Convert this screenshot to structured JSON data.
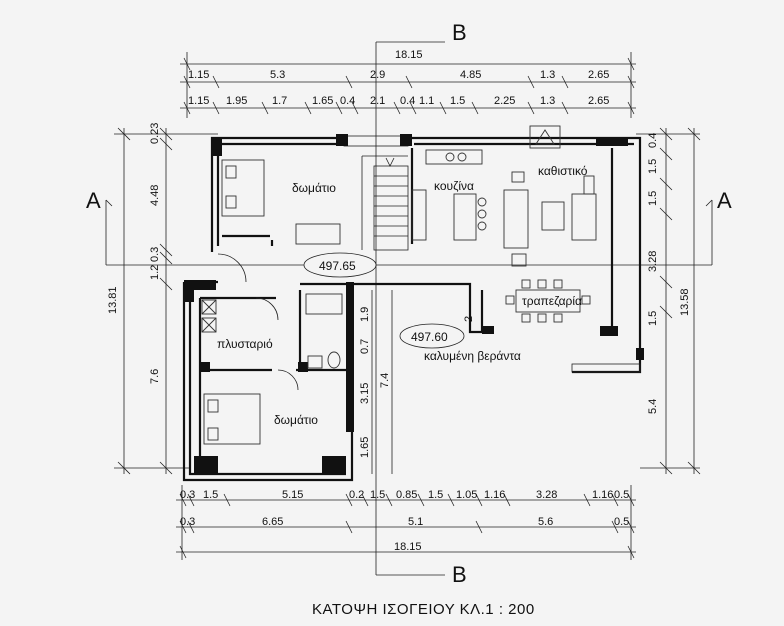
{
  "title": "ΚΑΤΟΨΗ ΙΣΟΓΕΙΟΥ ΚΛ.1 : 200",
  "sections": {
    "a_left": "A",
    "a_right": "A",
    "b_top": "B",
    "b_bottom": "B"
  },
  "levels": {
    "interior": "497.65",
    "veranda": "497.60"
  },
  "rooms": {
    "bedroom_top": "δωμάτιο",
    "kitchen": "κουζίνα",
    "living": "καθιστικό",
    "dining": "τραπεζαρία",
    "laundry": "πλυσταριό",
    "bedroom_bottom": "δωμάτιο",
    "veranda": "καλυμένη βεράντα"
  },
  "dims": {
    "top_total": "18.15",
    "top_row1": [
      "1.15",
      "5.3",
      "2.9",
      "4.85",
      "1.3",
      "2.65"
    ],
    "top_row2": [
      "1.15",
      "1.95",
      "1.7",
      "1.65",
      "0.4",
      "2.1",
      "0.4",
      "1.1",
      "1.5",
      "2.25",
      "1.3",
      "2.65"
    ],
    "bottom_row1": [
      "0.3",
      "1.5",
      "5.15",
      "0.2",
      "1.5",
      "0.85",
      "1.5",
      "1.05",
      "1.16",
      "3.28",
      "1.16",
      "0.5"
    ],
    "bottom_row2": [
      "0.3",
      "6.65",
      "5.1",
      "5.6",
      "0.5"
    ],
    "bottom_total": "18.15",
    "left_total": "13.81",
    "left_parts": [
      "0.23",
      "4.48",
      "0.3",
      "1.2",
      "7.6"
    ],
    "right_total": "13.58",
    "right_parts": [
      "0.4",
      "1.5",
      "1.5",
      "3.28",
      "1.5",
      "5.4"
    ],
    "inner": [
      "1.9",
      "0.7",
      "3.15",
      "1.65",
      "7.4",
      "2"
    ]
  }
}
